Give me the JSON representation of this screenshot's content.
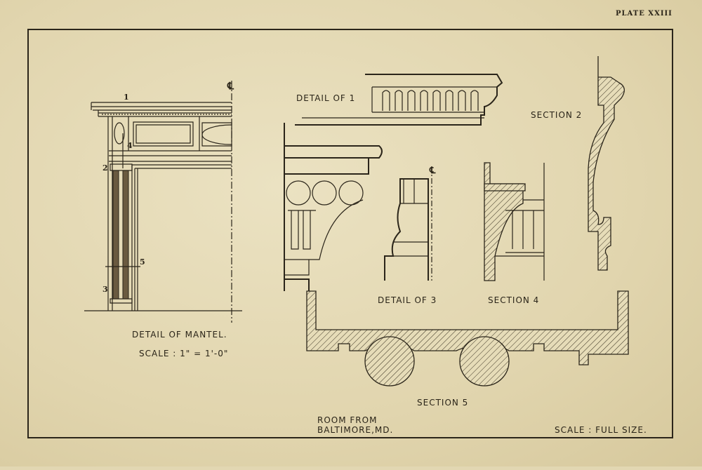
{
  "plate_label": "PLATE XXIII",
  "mantel": {
    "title": "DETAIL OF MANTEL.",
    "scale": "SCALE : 1\" = 1'-0\"",
    "markers": [
      "1",
      "2",
      "3",
      "4",
      "5"
    ],
    "centerline": "℄"
  },
  "details": {
    "detail_1": "DETAIL OF 1",
    "detail_3": "DETAIL OF 3",
    "section_2": "SECTION 2",
    "section_4": "SECTION 4",
    "section_5": "SECTION 5",
    "centerline": "℄"
  },
  "footer": {
    "room_line1": "ROOM FROM",
    "room_line2": "BALTIMORE,MD.",
    "scale": "SCALE : FULL SIZE."
  }
}
